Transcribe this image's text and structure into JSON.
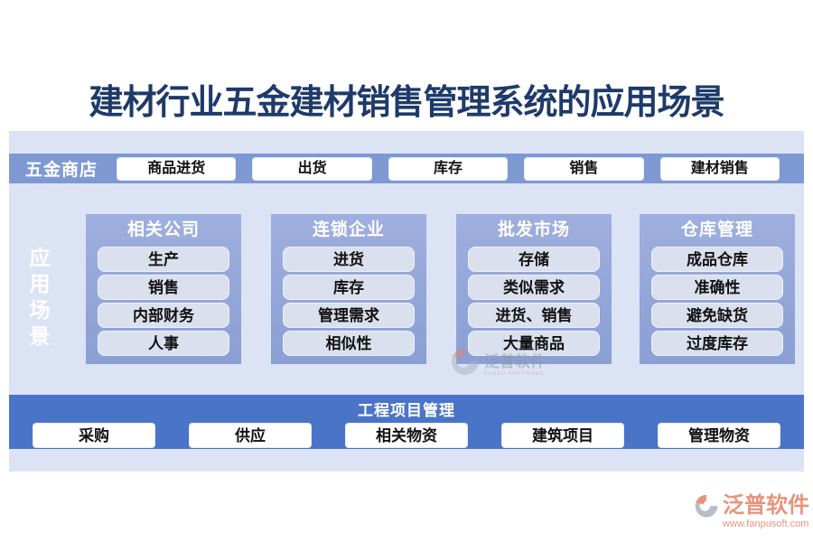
{
  "title": "建材行业五金建材销售管理系统的应用场景",
  "store_band": {
    "label": "五金商店",
    "buttons": [
      "商品进货",
      "出货",
      "库存",
      "销售",
      "建材销售"
    ]
  },
  "side_label": "应用场景",
  "columns": [
    {
      "header": "相关公司",
      "items": [
        "生产",
        "销售",
        "内部财务",
        "人事"
      ]
    },
    {
      "header": "连锁企业",
      "items": [
        "进货",
        "库存",
        "管理需求",
        "相似性"
      ]
    },
    {
      "header": "批发市场",
      "items": [
        "存储",
        "类似需求",
        "进货、销售",
        "大量商品"
      ]
    },
    {
      "header": "仓库管理",
      "items": [
        "成品仓库",
        "准确性",
        "避免缺货",
        "过度库存"
      ]
    }
  ],
  "project_band": {
    "header": "工程项目管理",
    "buttons": [
      "采购",
      "供应",
      "相关物资",
      "建筑项目",
      "管理物资"
    ]
  },
  "watermark": {
    "text": "泛普软件",
    "subtext": "FANPU SOFTWARE"
  },
  "logo": {
    "name": "泛普软件",
    "url": "www.fanpusoft.com"
  },
  "colors": {
    "title_navy": "#1e3a6a",
    "store_band_blue": "#7e99d2",
    "column_panel_blue": "#8ea4d8",
    "project_band_blue": "#4a74c7",
    "panel_light_blue": "#dbe3f5",
    "item_button_bg": "#dae0ee",
    "logo_salmon": "#e8937c"
  }
}
